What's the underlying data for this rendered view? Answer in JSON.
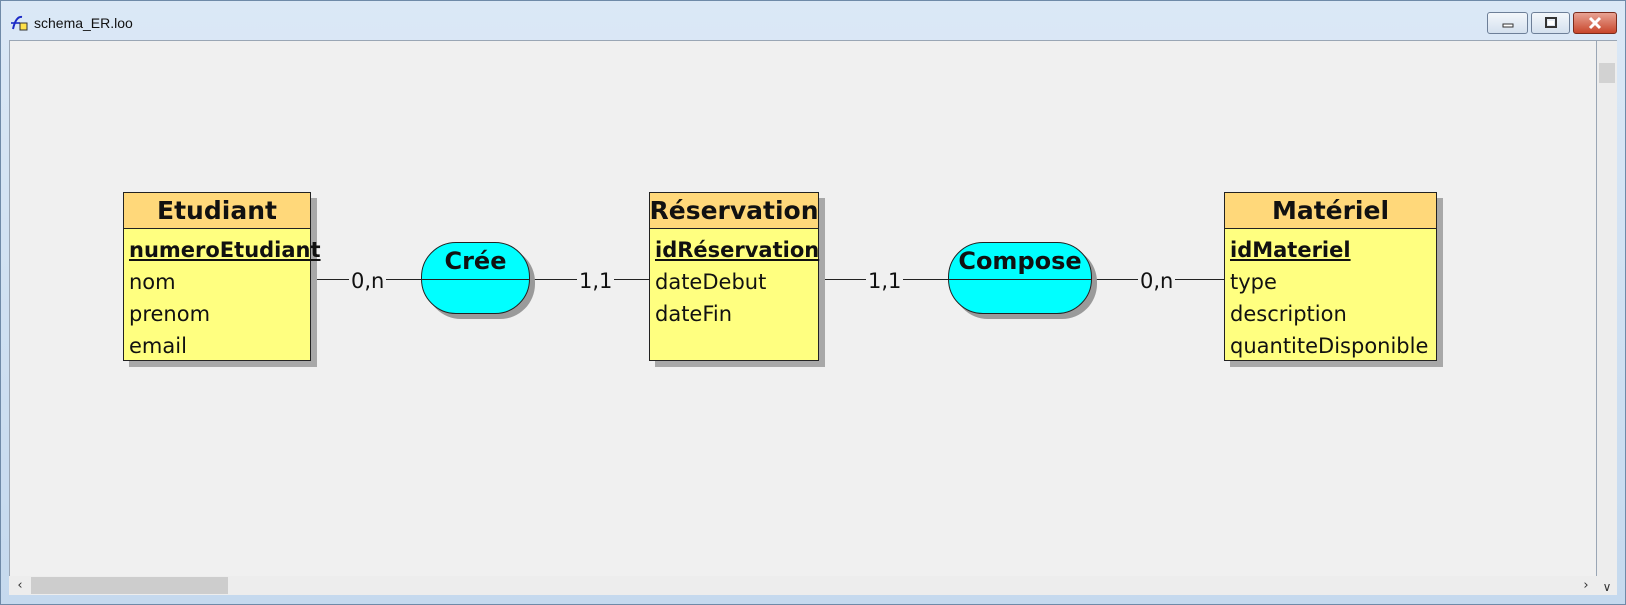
{
  "window": {
    "title": "schema_ER.loo",
    "icon": "looping-app-icon",
    "controls": [
      "minimize",
      "maximize",
      "close"
    ]
  },
  "diagram": {
    "entities": [
      {
        "name": "Etudiant",
        "key": "numeroEtudiant",
        "attributes": [
          "nom",
          "prenom",
          "email"
        ]
      },
      {
        "name": "Réservation",
        "key": "idRéservation",
        "attributes": [
          "dateDebut",
          "dateFin"
        ]
      },
      {
        "name": "Matériel",
        "key": "idMateriel",
        "attributes": [
          "type",
          "description",
          "quantiteDisponible"
        ]
      }
    ],
    "associations": [
      {
        "name": "Crée",
        "left_card": "0,n",
        "right_card": "1,1"
      },
      {
        "name": "Compose",
        "left_card": "1,1",
        "right_card": "0,n"
      }
    ]
  },
  "colors": {
    "entity_header": "#ffd87a",
    "entity_body": "#ffff80",
    "association": "#00ffff",
    "canvas": "#f0f0f0"
  }
}
